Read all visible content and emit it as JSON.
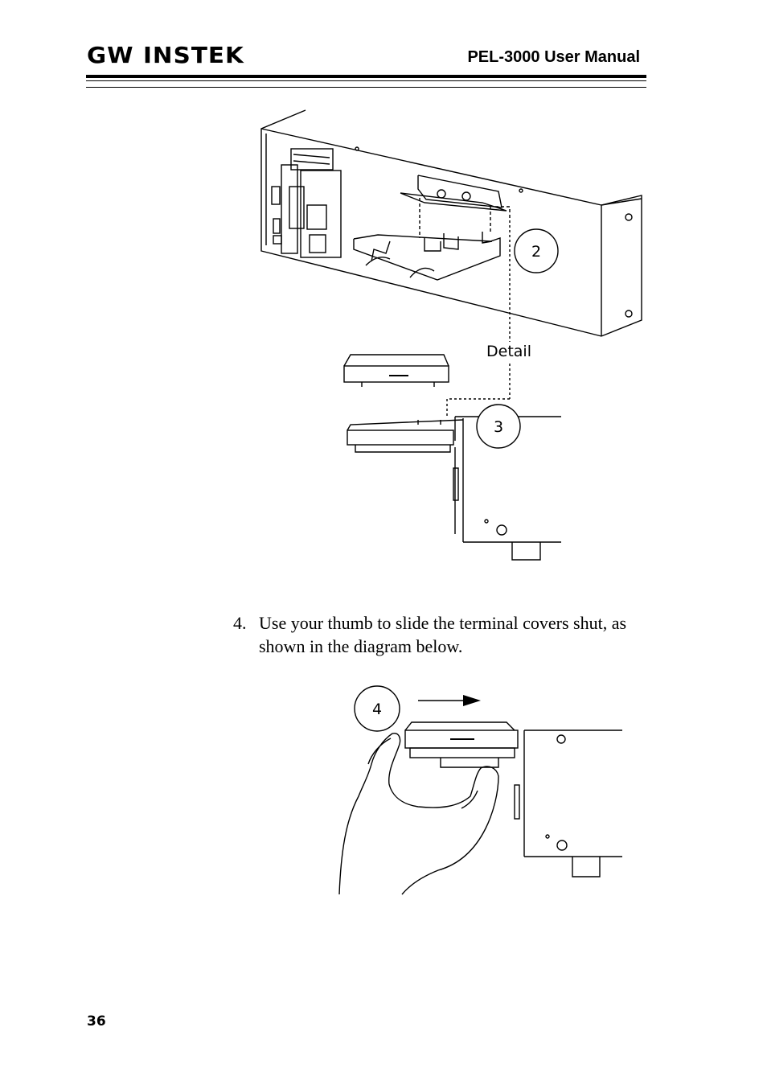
{
  "header": {
    "logo_text": "GW INSTEK",
    "manual_title": "PEL-3000 User Manual"
  },
  "figure1": {
    "callout_2": "2",
    "callout_3": "3",
    "detail_label": "Detail"
  },
  "step": {
    "number": "4.",
    "text": "Use your thumb to slide the terminal covers shut, as shown in the diagram below."
  },
  "figure2": {
    "callout_4": "4"
  },
  "footer": {
    "page_number": "36"
  }
}
